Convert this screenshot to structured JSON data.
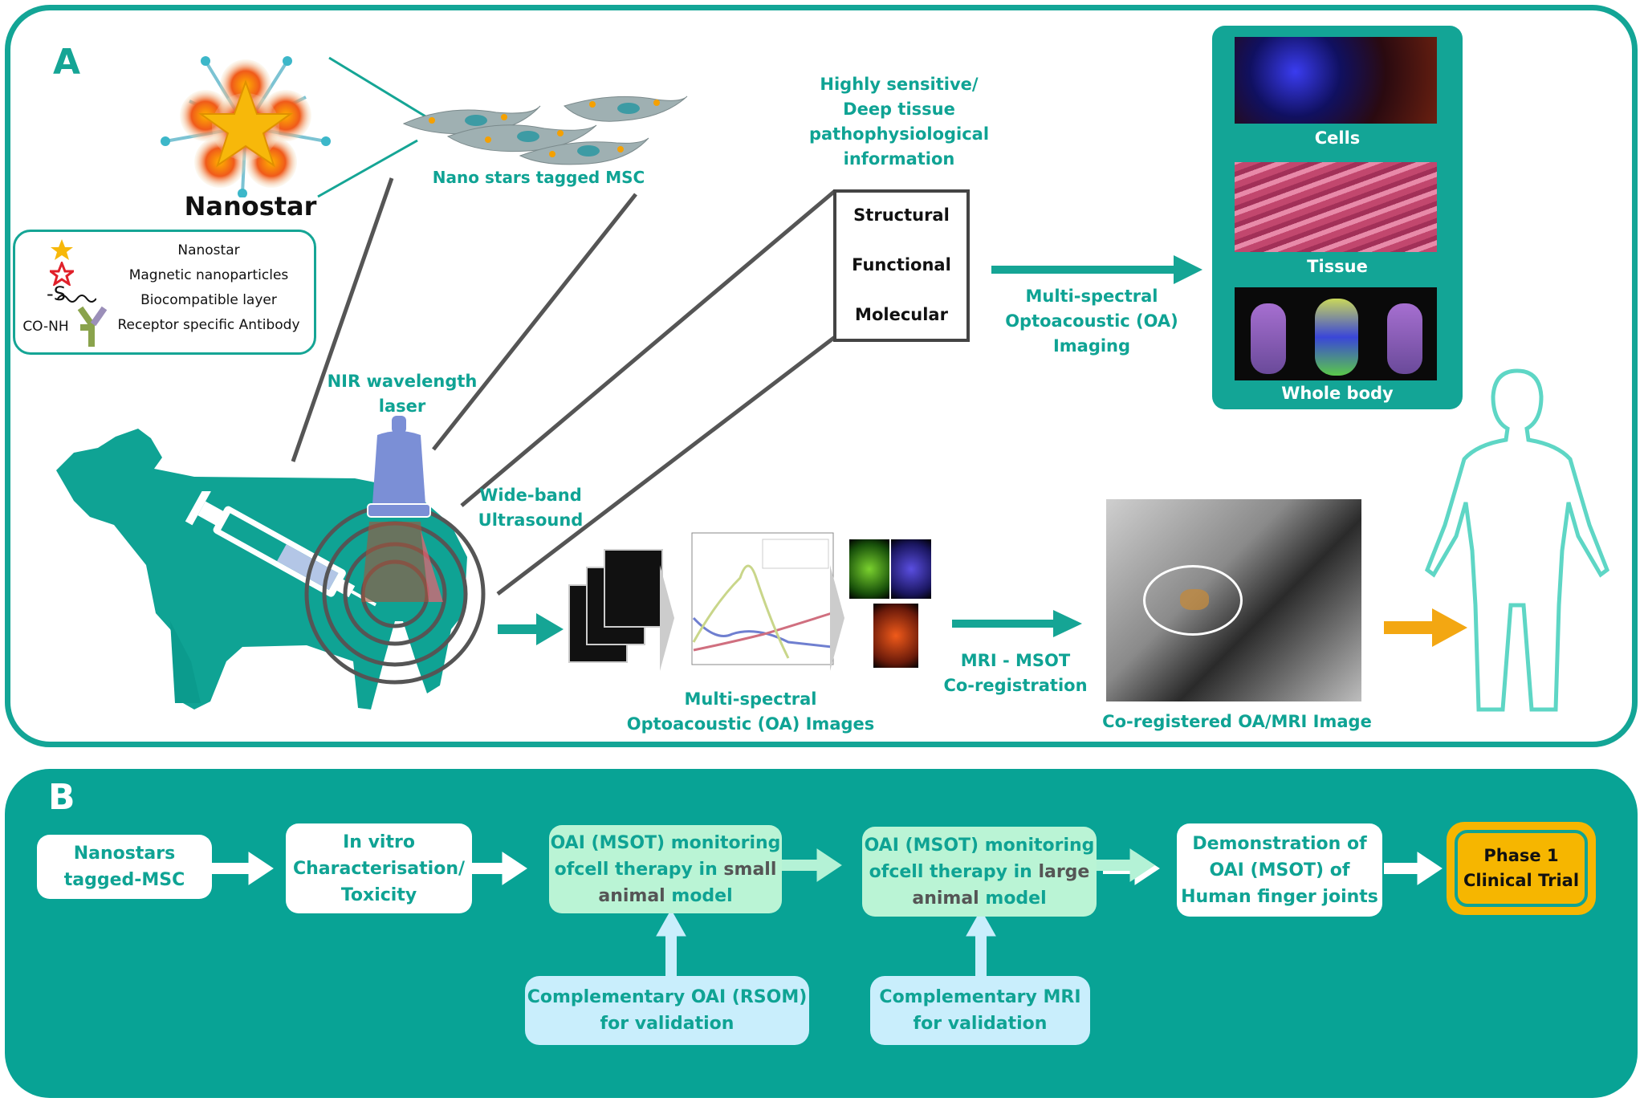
{
  "panel_a": {
    "letter": "A",
    "nanostar_title": "Nanostar",
    "msc_label": "Nano stars tagged MSC",
    "legend": {
      "items": [
        "Nanostar",
        "Magnetic nanoparticles",
        "Biocompatible layer",
        "Receptor specific Antibody"
      ],
      "linker_symbol": "-S",
      "amide_symbol": "CO-NH"
    },
    "sensitivity_text": [
      "Highly sensitive/",
      "Deep tissue",
      "pathophysiological",
      "information"
    ],
    "info_box": [
      "Structural",
      "Functional",
      "Molecular"
    ],
    "msot_imaging": [
      "Multi-spectral",
      "Optoacoustic (OA) Imaging"
    ],
    "image_panel": [
      "Cells",
      "Tissue",
      "Whole body"
    ],
    "laser_label": [
      "NIR wavelength",
      "laser"
    ],
    "ultrasound_label": [
      "Wide-band",
      "Ultrasound"
    ],
    "oa_images_label": [
      "Multi-spectral",
      "Optoacoustic (OA) Images"
    ],
    "coreg_label": [
      "MRI - MSOT",
      "Co-registration"
    ],
    "coreg_image_label": "Co-registered OA/MRI Image"
  },
  "panel_b": {
    "letter": "B",
    "steps": [
      {
        "lines": [
          "Nanostars",
          "tagged-MSC"
        ]
      },
      {
        "lines": [
          "In vitro",
          "Characterisation/",
          "Toxicity"
        ]
      },
      {
        "line1": "OAI (MSOT) monitoring",
        "line2a": "ofcell therapy in ",
        "line2b": "small",
        "line3a": "animal ",
        "line3b": "model"
      },
      {
        "line1": "OAI (MSOT) monitoring",
        "line2a": "ofcell therapy in ",
        "line2b": "large",
        "line3a": "animal ",
        "line3b": "model"
      },
      {
        "lines": [
          "Demonstration of",
          "OAI (MSOT) of",
          "Human finger joints"
        ]
      },
      {
        "lines": [
          "Phase 1",
          "Clinical Trial"
        ]
      }
    ],
    "validations": [
      {
        "lines": [
          "Complementary OAI (RSOM)",
          "for validation"
        ]
      },
      {
        "lines": [
          "Complementary MRI",
          "for validation"
        ]
      }
    ]
  },
  "colors": {
    "teal": "#13a596",
    "teal_text": "#0fa394",
    "green_box": "#baf4d5",
    "blue_box": "#c9eefc",
    "gold": "#f6b600",
    "orange_arrow": "#f3a712"
  }
}
